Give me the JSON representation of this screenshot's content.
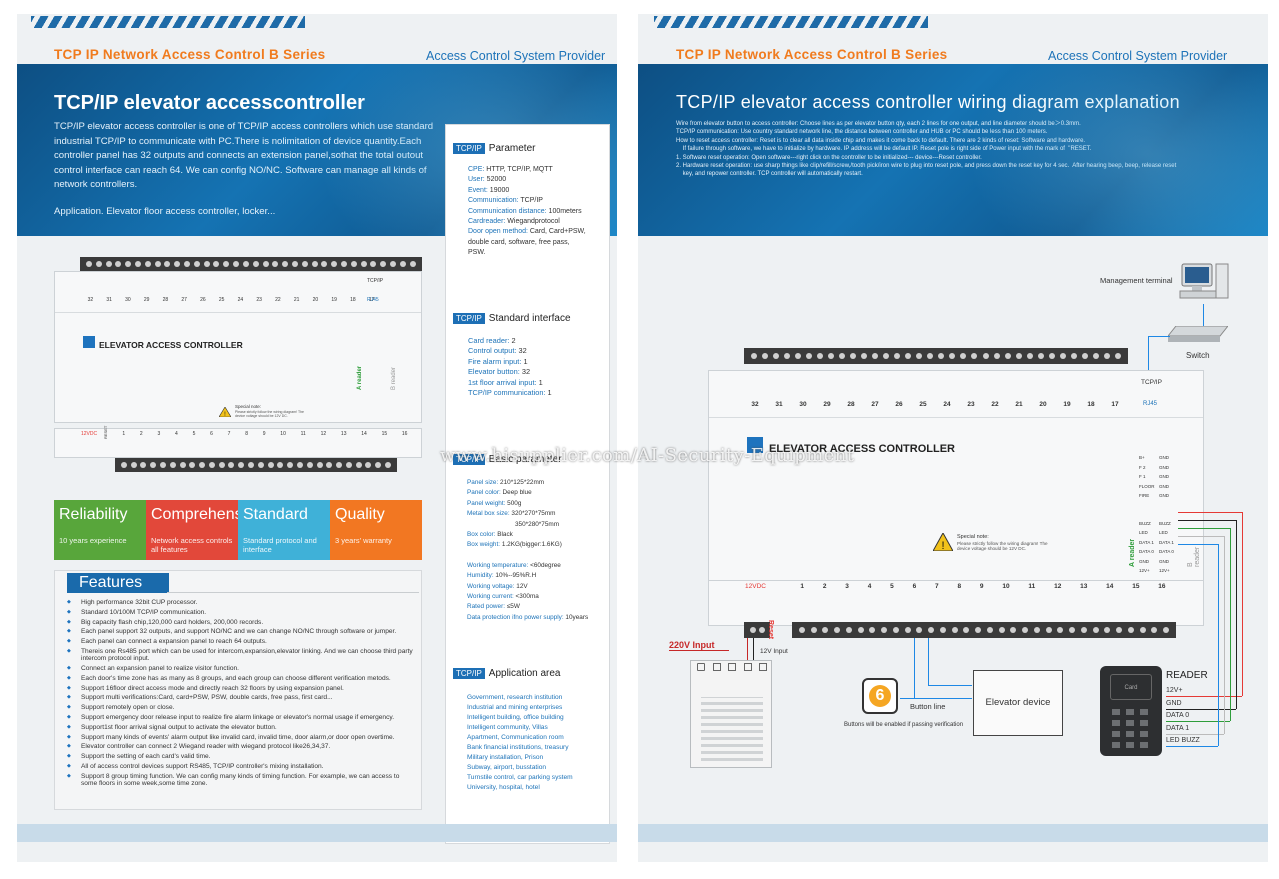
{
  "header": {
    "series": "TCP  IP Network Access Control  B  Series",
    "provider": "Access Control System Provider"
  },
  "left": {
    "title": "TCP/IP elevator accesscontroller",
    "description": "TCP/IP elevator access controller is one of TCP/IP access controllers which use standard industrial TCP/IP to communicate with PC.There is nolimitation of device quantity.Each controller panel has 32 outputs and connects an extension  panel,sothat the total outout control interface can reach 64. We can config NO/NC. Software can manage all kinds of network controllers.",
    "application": "Application. Elevator floor access controller, locker...",
    "controller_label": "ELEVATOR ACCESS CONTROLLER",
    "tcp_label": "TCP/IP",
    "rj45_label": "RJ45",
    "power_label": "12VDC",
    "reset_label": "RESET",
    "top_numbers": [
      "32",
      "31",
      "30",
      "29",
      "28",
      "27",
      "26",
      "25",
      "24",
      "23",
      "22",
      "21",
      "20",
      "19",
      "18",
      "17"
    ],
    "bottom_numbers": [
      "1",
      "2",
      "3",
      "4",
      "5",
      "6",
      "7",
      "8",
      "9",
      "10",
      "11",
      "12",
      "13",
      "14",
      "15",
      "16"
    ],
    "special_note": "Special note:",
    "special_note_body": "Please strictly follow the wiring diagram! The device voltage should be 12V DC.",
    "reader_a": "A reader",
    "reader_b": "B reader",
    "qualities": [
      {
        "title": "Reliability",
        "sub": "10 years experience",
        "color": "#58a63b"
      },
      {
        "title": "Comprehensive",
        "sub": "Network access controls all features",
        "color": "#e2483a"
      },
      {
        "title": "Standard",
        "sub": "Standard protocol and interface",
        "color": "#3fb1d8"
      },
      {
        "title": "Quality",
        "sub": "3 years' warranty",
        "color": "#f27722"
      }
    ],
    "features_title": "Features",
    "features": [
      "High performance 32bit CUP processor.",
      "Standard 10/100M TCP/IP communication.",
      "Big capacity flash chip,120,000 card holders, 200,000 records.",
      "Each panel support 32 outputs, and support NO/NC and we can change NO/NC through software or jumper.",
      "Each panel can connect a expansion panel to reach 64 outputs.",
      "Thereis one Rs485 port which can be used for intercom,expansion,elevator linking. And we can choose third party intercom protocol input.",
      "Connect an expansion panel to realize visitor function.",
      "Each door's time zone has as many as 8 groups, and each group can choose different verification metods.",
      "Support 16floor direct access mode and directly reach 32 floors by using expansion panel.",
      "Support multi verifications:Card, card+PSW, PSW, double cards, free pass, first card...",
      "Support remotely open or close.",
      "Support emergency door release input to realize fire alarm linkage or elevator's normal usage if emergency.",
      "Support1st floor arrival signal output to activate the elevator button.",
      "Support many kinds of  events' alarm output like invalid card, invalid time, door alarm,or door open overtime.",
      "Elevator controller can connect 2 Wiegand reader  with wiegand protocol like26,34,37.",
      "Support the setting of each card's valid time.",
      "All of access control devices support RS485, TCP/IP controller's mixing installation.",
      "Support 8 group timing function. We can config many kinds of timing function. For example, we can access to some floors in some week,some time zone."
    ]
  },
  "specs": {
    "logo": "TCP/IP",
    "parameter_title": "Parameter",
    "parameters": [
      {
        "k": "CPE:",
        "v": "HTTP,  TCP/IP,  MQTT"
      },
      {
        "k": "User:",
        "v": "52000"
      },
      {
        "k": "Event:",
        "v": "19000"
      },
      {
        "k": "Communication:",
        "v": "TCP/IP"
      },
      {
        "k": "Communication distance:",
        "v": "100meters"
      },
      {
        "k": "Cardreader:",
        "v": "Wiegandprotocol"
      },
      {
        "k": "Door open method:",
        "v": "Card,  Card+PSW,"
      },
      {
        "k": "",
        "v": "double  card,  software,  free pass,"
      },
      {
        "k": "",
        "v": "PSW."
      }
    ],
    "interface_title": "Standard  interface",
    "interfaces": [
      {
        "k": "Card reader:",
        "v": "2"
      },
      {
        "k": "Control output:",
        "v": "32"
      },
      {
        "k": "Fire alarm input:",
        "v": "1"
      },
      {
        "k": "Elevator button:",
        "v": "32"
      },
      {
        "k": "1st floor arrival input:",
        "v": "1"
      },
      {
        "k": "TCP/IP communication:",
        "v": "1"
      }
    ],
    "basic_title": "Basic parameter",
    "basics": [
      {
        "k": "Panel size:",
        "v": "210*125*22mm"
      },
      {
        "k": "Panel color:",
        "v": "Deep blue"
      },
      {
        "k": "Panel weight:",
        "v": "500g"
      },
      {
        "k": "Metal box size:",
        "v": "320*270*75mm"
      },
      {
        "k": "",
        "v": "350*280*75mm"
      },
      {
        "k": "Box color:",
        "v": "Black"
      },
      {
        "k": "Box weight:",
        "v": "1.2KG(bigger:1.6KG)"
      },
      {
        "k": "",
        "v": ""
      },
      {
        "k": "Working temperature:",
        "v": "<60degree"
      },
      {
        "k": "Humidity:",
        "v": "10%--95%R.H"
      },
      {
        "k": "Working voltage:",
        "v": "12V"
      },
      {
        "k": "Working current:",
        "v": "<300ma"
      },
      {
        "k": "Rated power:",
        "v": "≤5W"
      },
      {
        "k": "Data protection ifno power supply:",
        "v": "10years"
      }
    ],
    "application_title": "Application  area",
    "applications": [
      "Government, research institution",
      "Industrial and mining enterprises",
      "Intelligent building, office building",
      "Intelligent community, Villas",
      "Apartment, Communication room",
      "Bank financial institutions, treasury",
      "Military installation, Prison",
      "Subway, airport, busstation",
      "Turnstile control, car parking system",
      "University, hospital, hotel"
    ]
  },
  "right": {
    "title": "TCP/IP  elevator  access  controller  wiring  diagram  explanation",
    "notes": [
      "Wire from elevator button to access controller: Choose lines as per elevator button qty, each 2 lines for one output, and line diameter should be＞0.3mm.",
      "TCP/IP communication: Use country standard network line, the distance between controller and HUB or PC should be less than 100 meters.",
      "How to reset access controller: Reset is to clear all data inside chip and makes it come back to default. There are 2 kinds of reset: Software and hardware.",
      "    If failure through software, we have to initialize by hardware. IP address will be default IP. Reset pole is right side of Power input with the mark of  \"RESET.",
      "1. Software reset operation: Open software---right click on the controller to be initialized--- device---Reset controller.",
      "2. Hardware reset operation: use sharp things like clip/refill/screw,/tooth pick/iron wire to plug into reset pole, and press down the reset key for 4 sec.  After hearing beep, beep, release reset",
      "    key, and repower controller. TCP controller will automatically restart."
    ],
    "management_terminal": "Management terminal",
    "switch_label": "Switch",
    "controller_label": "ELEVATOR ACCESS CONTROLLER",
    "power_label": "12VDC",
    "reset_label": "Reset",
    "input_220": "220V Input",
    "input_12": "12V Input",
    "button_number": "6",
    "button_line": "Button line",
    "button_note": "Buttons will be enabled if passing verification",
    "elevator_device": "Elevator device",
    "reader_title": "READER",
    "reader_wires": [
      "12V+",
      "GND",
      "DATA 0",
      "DATA 1",
      "LED BUZZ"
    ],
    "wire_colors": [
      "#e53935",
      "#222222",
      "#2e9d3a",
      "#f5f5f5",
      "#1e88e5"
    ],
    "card_label": "Card",
    "special_note": "Special note:",
    "special_note_body": "Please strictly follow the wiring diagram! The device voltage should be 12V DC.",
    "reader_a": "A reader",
    "reader_b": "B reader",
    "side_labels": [
      "B+",
      "F 2",
      "F 1",
      "FLOOR",
      "FIRE"
    ],
    "side_gnd": "GND",
    "reader_pins": [
      "BUZZ",
      "LED",
      "DATA 1",
      "DATA 0",
      "GND",
      "12V+"
    ]
  },
  "watermark": "www.hisupplier.com/AI-Security-Equipment"
}
